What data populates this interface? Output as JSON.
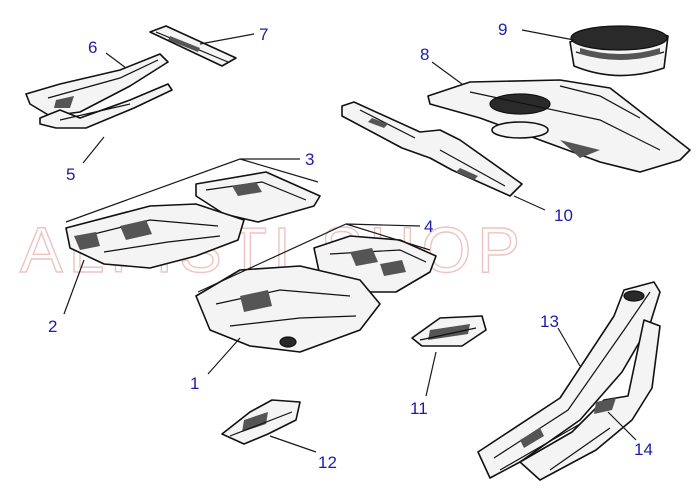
{
  "watermark": {
    "text": "ALFISTI SHOP"
  },
  "callouts": {
    "1": "1",
    "2": "2",
    "3": "3",
    "4": "4",
    "5": "5",
    "6": "6",
    "7": "7",
    "8": "8",
    "9": "9",
    "10": "10",
    "11": "11",
    "12": "12",
    "13": "13",
    "14": "14"
  },
  "colors": {
    "callout": "#1c1ca8",
    "line": "#111111",
    "watermark": "#e7b0b0"
  }
}
